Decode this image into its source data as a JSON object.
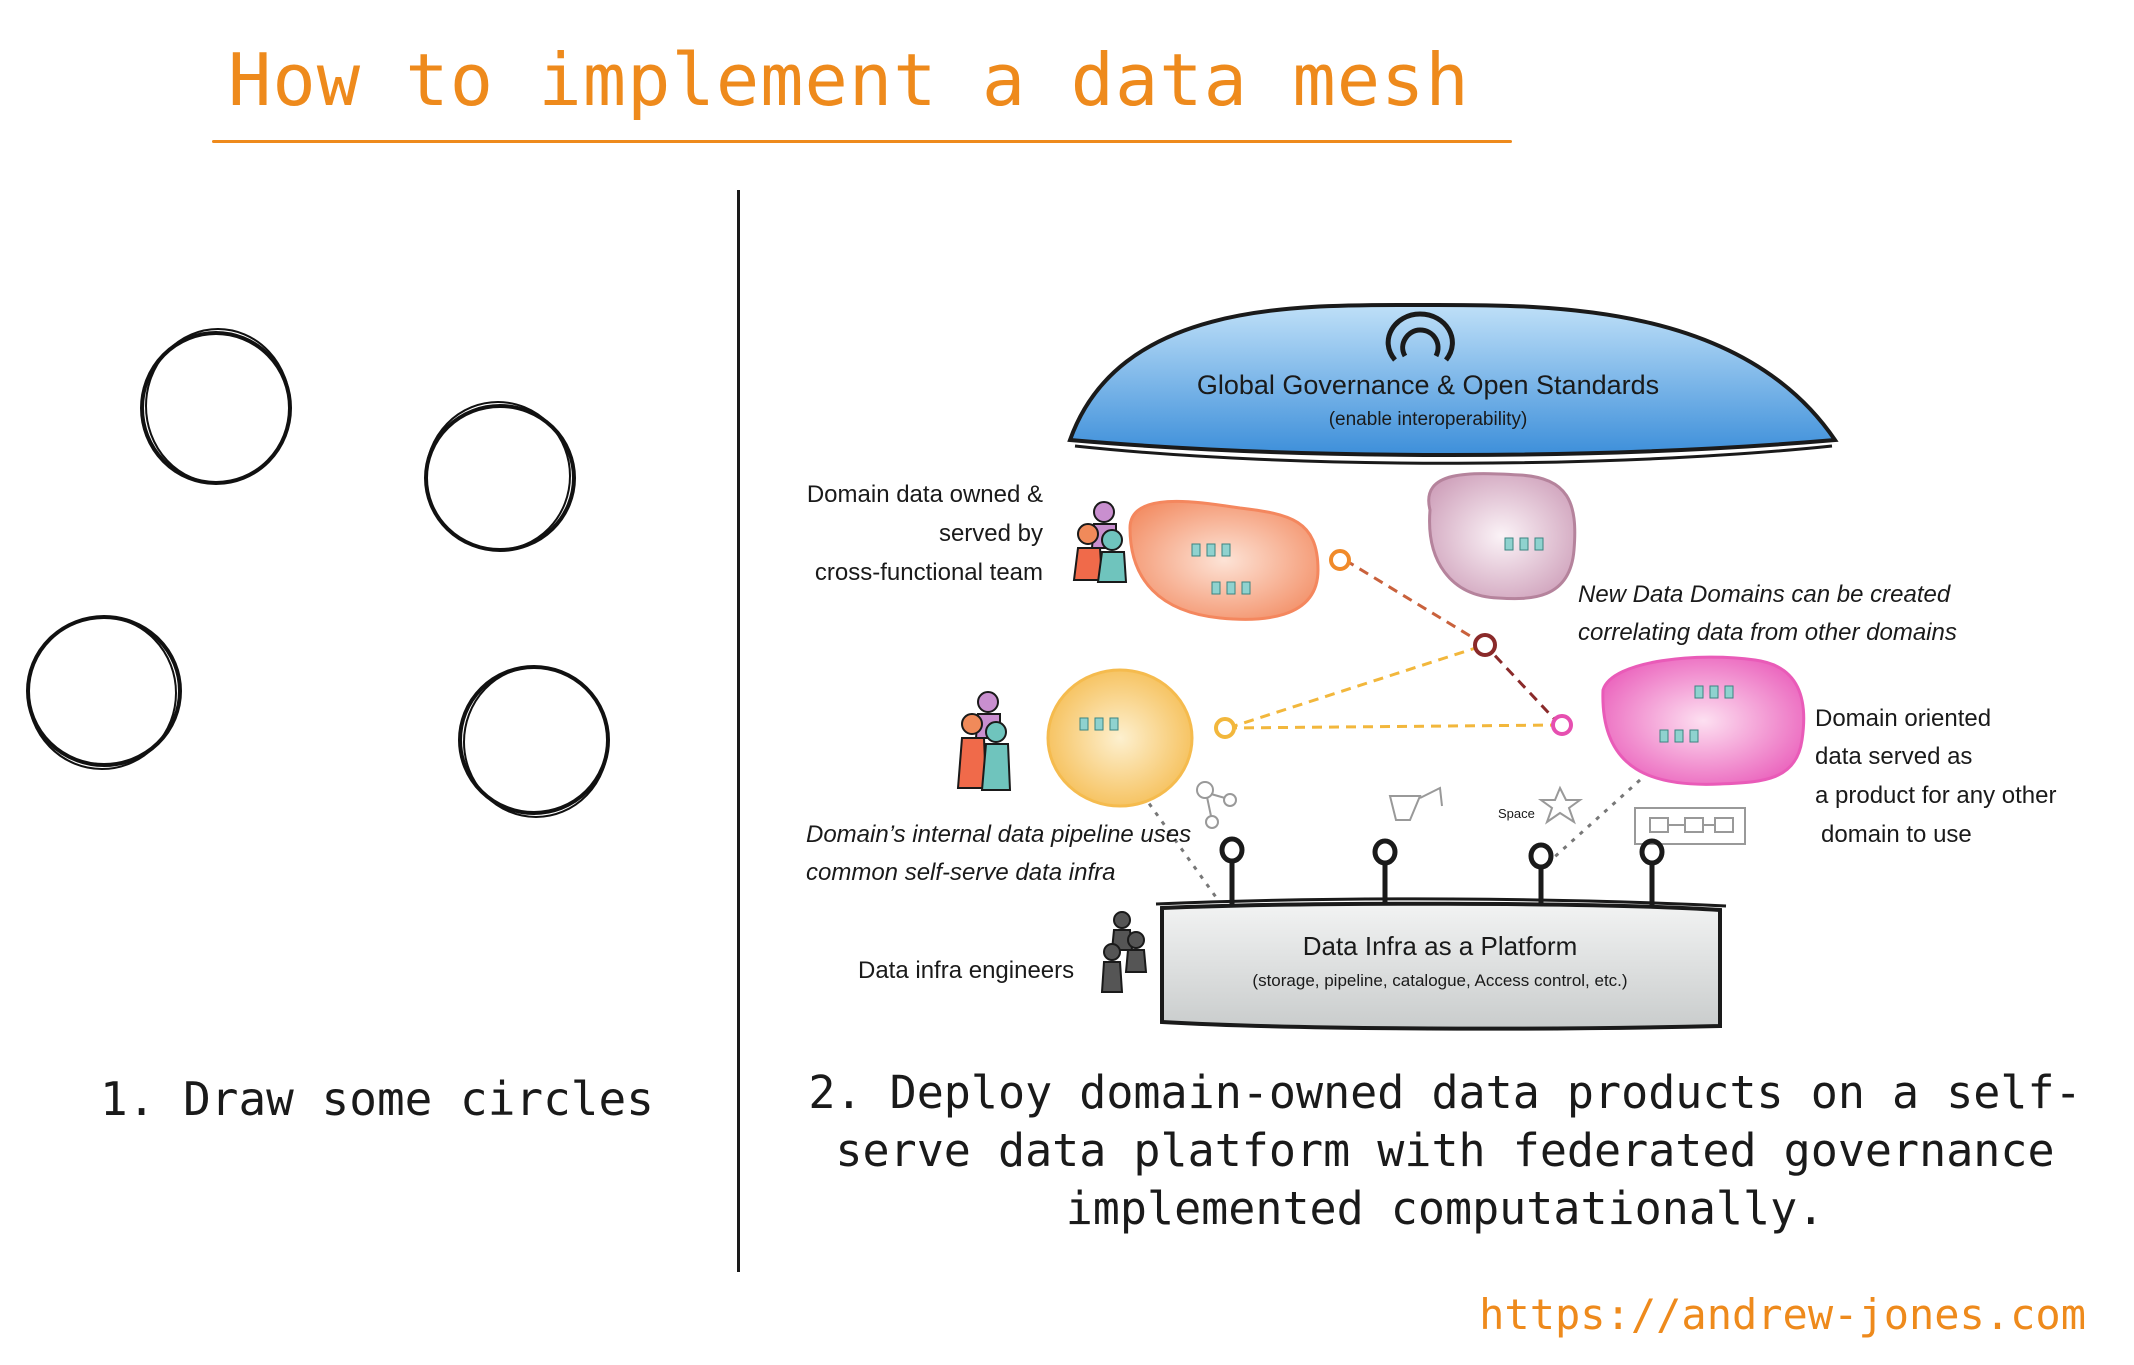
{
  "title": "How to implement a data mesh",
  "left_caption": "1. Draw some circles",
  "right_caption": "2. Deploy domain-owned data products on a self-serve data platform with federated governance implemented computationally.",
  "url": "https://andrew-jones.com",
  "diagram": {
    "governance_title": "Global Governance & Open Standards",
    "governance_subtitle": "(enable interoperability)",
    "label_domain_owned_1": "Domain data owned &",
    "label_domain_owned_2": "served by",
    "label_domain_owned_3": "cross-functional team",
    "label_new_domains_1": "New Data Domains can be created",
    "label_new_domains_2": "correlating data from other domains",
    "label_domain_oriented_1": "Domain oriented",
    "label_domain_oriented_2": "data served as",
    "label_domain_oriented_3": "a product for any other",
    "label_domain_oriented_4": "domain to use",
    "label_pipeline_1": "Domain’s internal data pipeline uses",
    "label_pipeline_2": "common self-serve data infra",
    "label_infra_engineers": "Data infra engineers",
    "platform_title": "Data Infra as a Platform",
    "platform_subtitle": "(storage, pipeline, catalogue, Access control, etc.)",
    "space_tool_label": "Space"
  },
  "colors": {
    "accent": "#ee8a1c",
    "governance_blue": "#3b8fd9",
    "domain_red": "#f4875e",
    "domain_yellow": "#f6c35b",
    "domain_pink": "#e95bb8",
    "domain_purple": "#c99ab4",
    "platform_grey": "#d6d8d8"
  }
}
